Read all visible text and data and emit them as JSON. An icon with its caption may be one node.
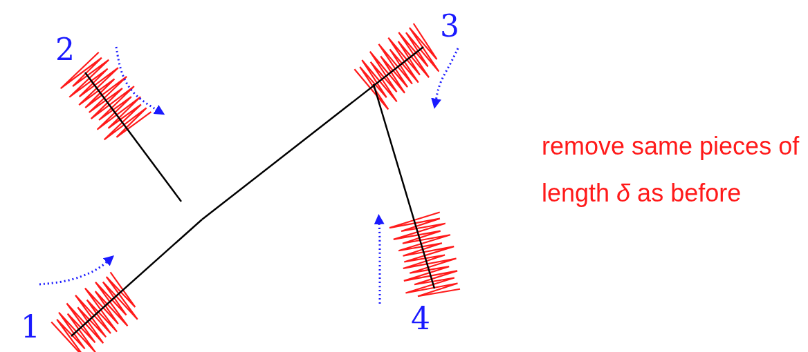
{
  "diagram": {
    "labels": [
      "2",
      "3",
      "1",
      "4",
      "remove same pieces of length *δ* as before"
    ]
  }
}
